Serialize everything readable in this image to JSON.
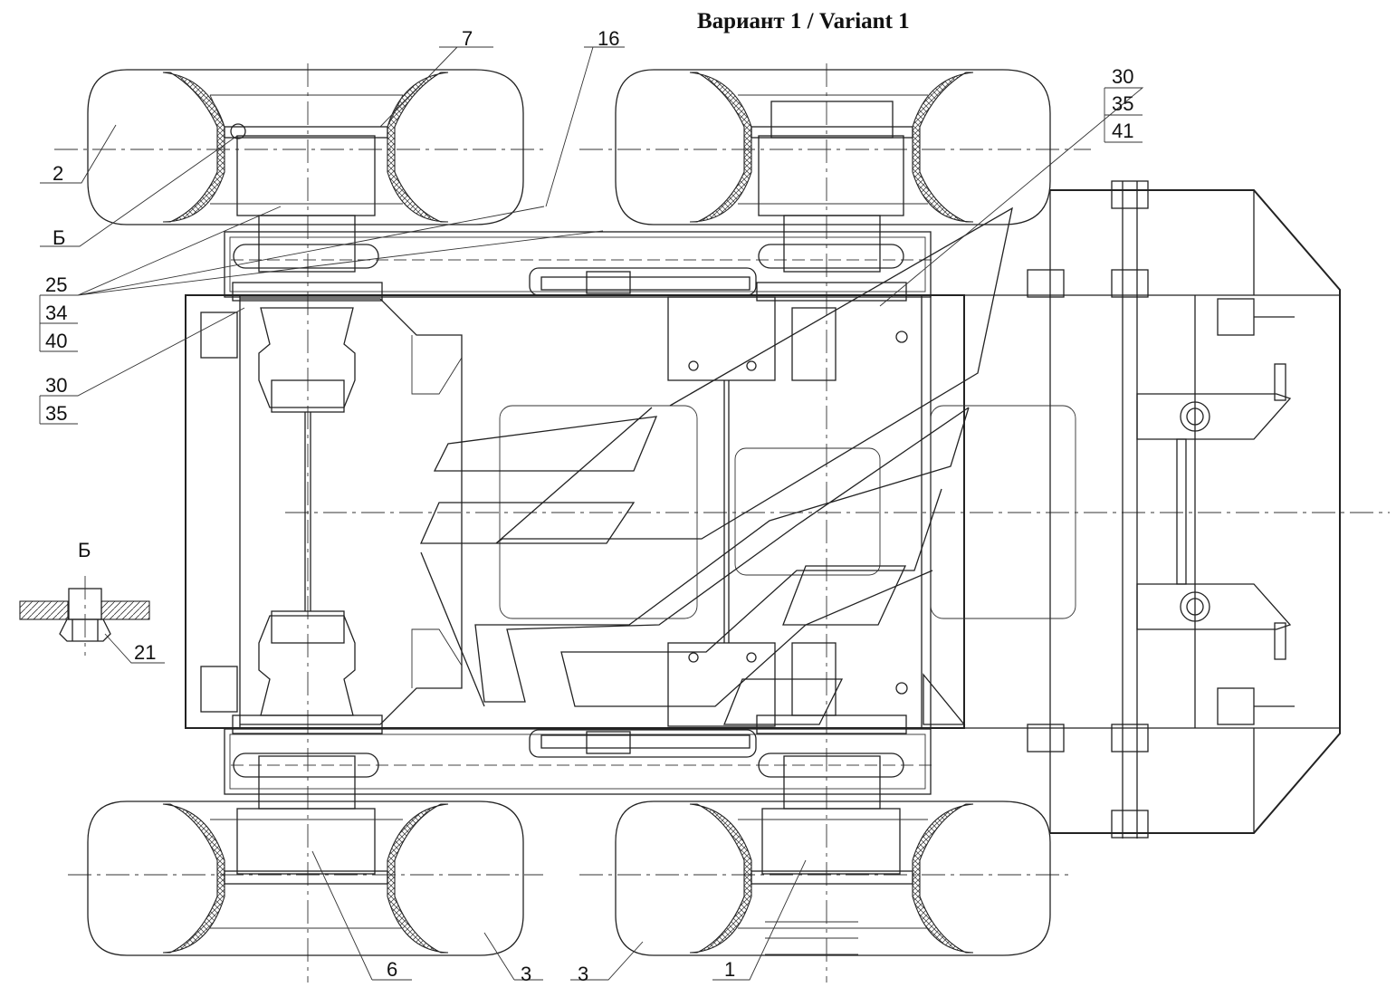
{
  "title": "Вариант 1 / Variant 1",
  "callouts": {
    "c7": "7",
    "c16": "16",
    "c2": "2",
    "cB_top": "Б",
    "c25": "25",
    "c34": "34",
    "c40": "40",
    "c30_left": "30",
    "c35_left": "35",
    "c30_right": "30",
    "c35_right": "35",
    "c41": "41",
    "c21": "21",
    "c6": "6",
    "c3_left": "3",
    "c3_right": "3",
    "c1": "1"
  },
  "detail_label": "Б",
  "colors": {
    "line": "#222222",
    "background": "#ffffff"
  }
}
